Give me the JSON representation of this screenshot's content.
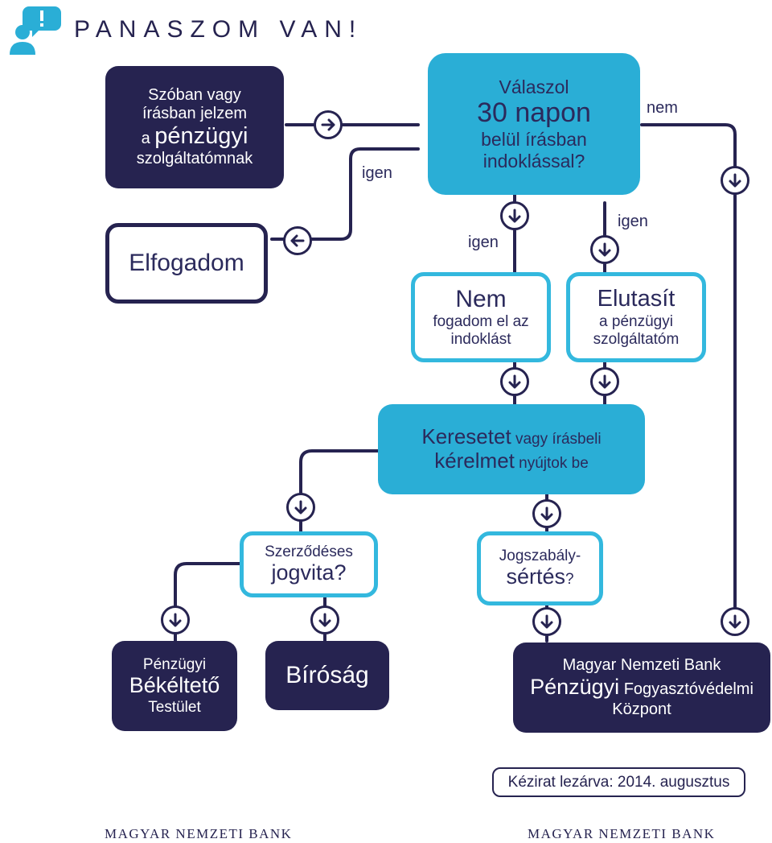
{
  "header": {
    "title": "PANASZOM VAN!",
    "icon": "complaint-person-icon",
    "accent_color": "#2aaed6",
    "dark_color": "#262350"
  },
  "nodes": {
    "start": {
      "lines": [
        "Szóban vagy",
        "írásban jelzem",
        "a",
        "pénzügyi",
        "szolgáltatómnak"
      ]
    },
    "question": {
      "lines": [
        "Válaszol",
        "30 napon",
        "belül írásban",
        "indoklással?"
      ]
    },
    "accept": {
      "label": "Elfogadom"
    },
    "reject_reason": {
      "big": "Nem",
      "lines": [
        "fogadom el az",
        "indoklást"
      ]
    },
    "provider_rejects": {
      "big": "Elutasít",
      "lines": [
        "a pénzügyi",
        "szolgáltatóm"
      ]
    },
    "file_request": {
      "big1": "Keresetet",
      "small1": "vagy írásbeli",
      "big2": "kérelmet",
      "small2": "nyújtok be"
    },
    "contract_dispute": {
      "small": "Szerződéses",
      "big": "jogvita?"
    },
    "law_violation": {
      "small": "Jogszabály-",
      "big": "sértés",
      "suffix": "?"
    },
    "arbitration": {
      "small1": "Pénzügyi",
      "big": "Békéltető",
      "small2": "Testület"
    },
    "court": {
      "label": "Bíróság"
    },
    "mnb_center": {
      "line1": "Magyar Nemzeti Bank",
      "big": "Pénzügyi",
      "rest": "Fogyasztóvédelmi",
      "line3": "Központ"
    }
  },
  "edge_labels": {
    "igen_left": "igen",
    "nem_right": "nem",
    "igen_mid": "igen",
    "igen_right": "igen"
  },
  "footer": {
    "note": "Kézirat lezárva:  2014. augusztus",
    "brand_left": "MAGYAR NEMZETI BANK",
    "brand_right": "MAGYAR NEMZETI BANK"
  }
}
